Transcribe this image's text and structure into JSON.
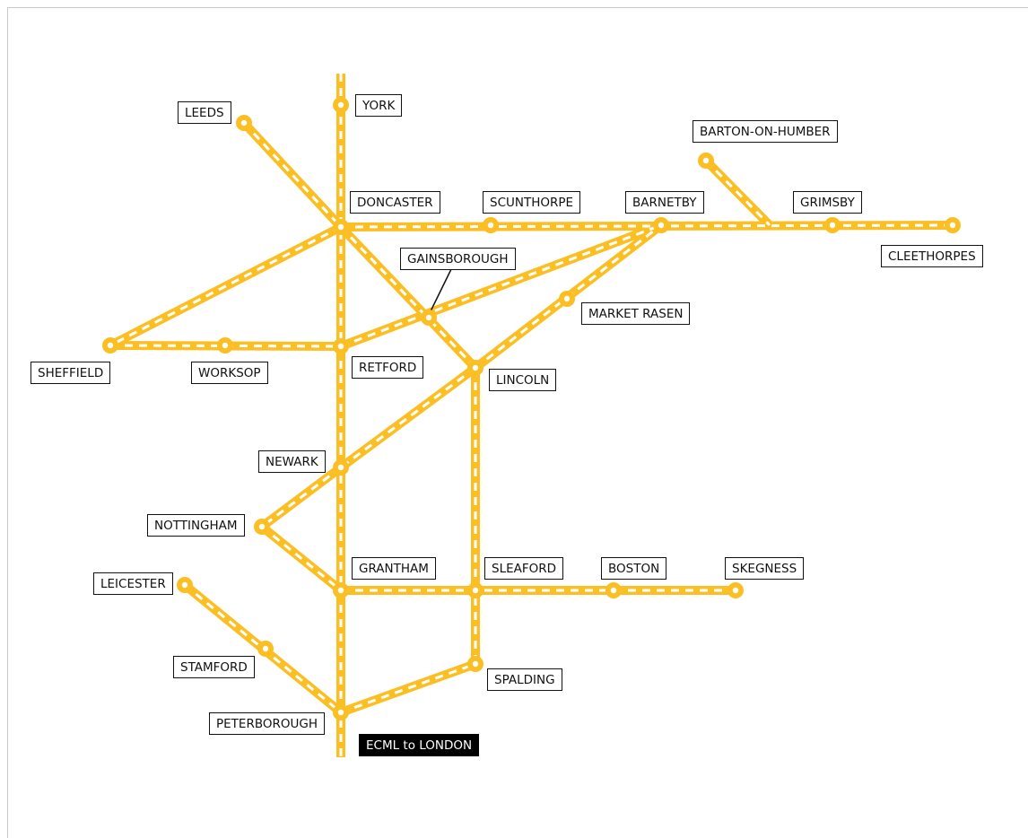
{
  "map": {
    "line_color": "#fbbf24",
    "dash_color": "#ffffff",
    "label_border": "#111111",
    "stations": [
      {
        "id": "york",
        "name": "YORK"
      },
      {
        "id": "leeds",
        "name": "LEEDS"
      },
      {
        "id": "doncaster",
        "name": "DONCASTER"
      },
      {
        "id": "scunthorpe",
        "name": "SCUNTHORPE"
      },
      {
        "id": "barnetby",
        "name": "BARNETBY"
      },
      {
        "id": "barton",
        "name": "BARTON-ON-HUMBER"
      },
      {
        "id": "grimsby",
        "name": "GRIMSBY"
      },
      {
        "id": "cleethorpes",
        "name": "CLEETHORPES"
      },
      {
        "id": "gainsborough",
        "name": "GAINSBOROUGH"
      },
      {
        "id": "market_rasen",
        "name": "MARKET RASEN"
      },
      {
        "id": "sheffield",
        "name": "SHEFFIELD"
      },
      {
        "id": "worksop",
        "name": "WORKSOP"
      },
      {
        "id": "retford",
        "name": "RETFORD"
      },
      {
        "id": "lincoln",
        "name": "LINCOLN"
      },
      {
        "id": "newark",
        "name": "NEWARK"
      },
      {
        "id": "nottingham",
        "name": "NOTTINGHAM"
      },
      {
        "id": "grantham",
        "name": "GRANTHAM"
      },
      {
        "id": "sleaford",
        "name": "SLEAFORD"
      },
      {
        "id": "boston",
        "name": "BOSTON"
      },
      {
        "id": "skegness",
        "name": "SKEGNESS"
      },
      {
        "id": "leicester",
        "name": "LEICESTER"
      },
      {
        "id": "stamford",
        "name": "STAMFORD"
      },
      {
        "id": "spalding",
        "name": "SPALDING"
      },
      {
        "id": "peterborough",
        "name": "PETERBOROUGH"
      }
    ],
    "ecml_label": "ECML to LONDON"
  }
}
